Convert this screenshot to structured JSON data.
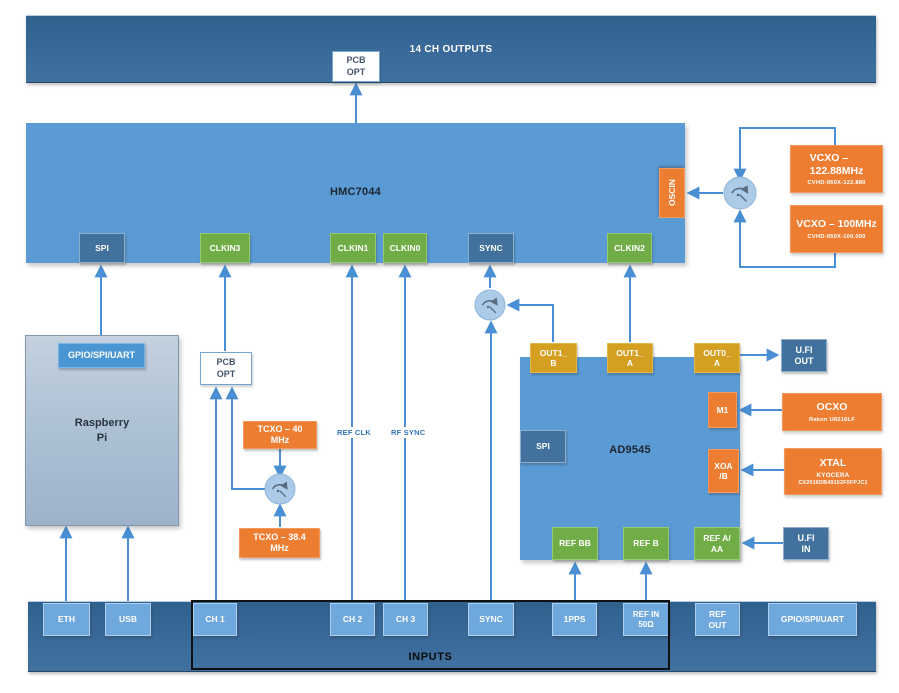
{
  "buses": {
    "outputs_label": "14 CH OUTPUTS",
    "inputs_label": "INPUTS"
  },
  "pcb_opt_top": "PCB\nOPT",
  "pcb_opt_mid": "PCB\nOPT",
  "hmc7044": {
    "label": "HMC7044",
    "ports": {
      "spi": "SPI",
      "clkin3": "CLKIN3",
      "clkin1": "CLKIN1",
      "clkin0": "CLKIN0",
      "sync": "SYNC",
      "clkin2": "CLKIN2",
      "oscin": "OSCIN"
    }
  },
  "vcxo1": {
    "title": "VCXO –\n122.88MHz",
    "part": "CVHD-950X-122.880"
  },
  "vcxo2": {
    "title": "VCXO – 100MHz",
    "part": "CVHD-950X-100.000"
  },
  "raspberry_pi": {
    "label": "Raspberry\nPi",
    "port": "GPIO/SPI/UART"
  },
  "tcxo1": "TCXO – 40\nMHz",
  "tcxo2": "TCXO – 38.4\nMHz",
  "line_labels": {
    "ref_clk": "REF CLK",
    "rf_sync": "RF SYNC"
  },
  "ad9545": {
    "label": "AD9545",
    "ports": {
      "out1b": "OUT1_\nB",
      "out1a": "OUT1_\nA",
      "out0a": "OUT0_\nA",
      "spi": "SPI",
      "m1": "M1",
      "xoab": "XOA\n/B",
      "refbb": "REF BB",
      "refb": "REF B",
      "refaaa": "REF A/\nAA"
    }
  },
  "ufl_out": "U.Fl\nOUT",
  "ufl_in": "U.Fl\nIN",
  "ocxo": {
    "title": "OCXO",
    "part": "Rakon U8216LF"
  },
  "xtal": {
    "title": "XTAL",
    "part1": "KYOCERA",
    "part2": "CX2016DB49152F0FPJC1"
  },
  "input_ports": {
    "eth": "ETH",
    "usb": "USB",
    "ch1": "CH 1",
    "ch2": "CH 2",
    "ch3": "CH 3",
    "sync": "SYNC",
    "pps": "1PPS",
    "refin": "REF IN\n50Ω",
    "refout": "REF\nOUT",
    "gpio": "GPIO/SPI/UART"
  },
  "colors": {
    "chip_blue": "#5b9bd5",
    "dark_port": "#41719c",
    "green_port": "#70ad47",
    "gold_port": "#d5a021",
    "orange": "#ed7d31",
    "wire_blue": "#4a8fd3",
    "ref_out_arrow": "#f2a31b"
  }
}
